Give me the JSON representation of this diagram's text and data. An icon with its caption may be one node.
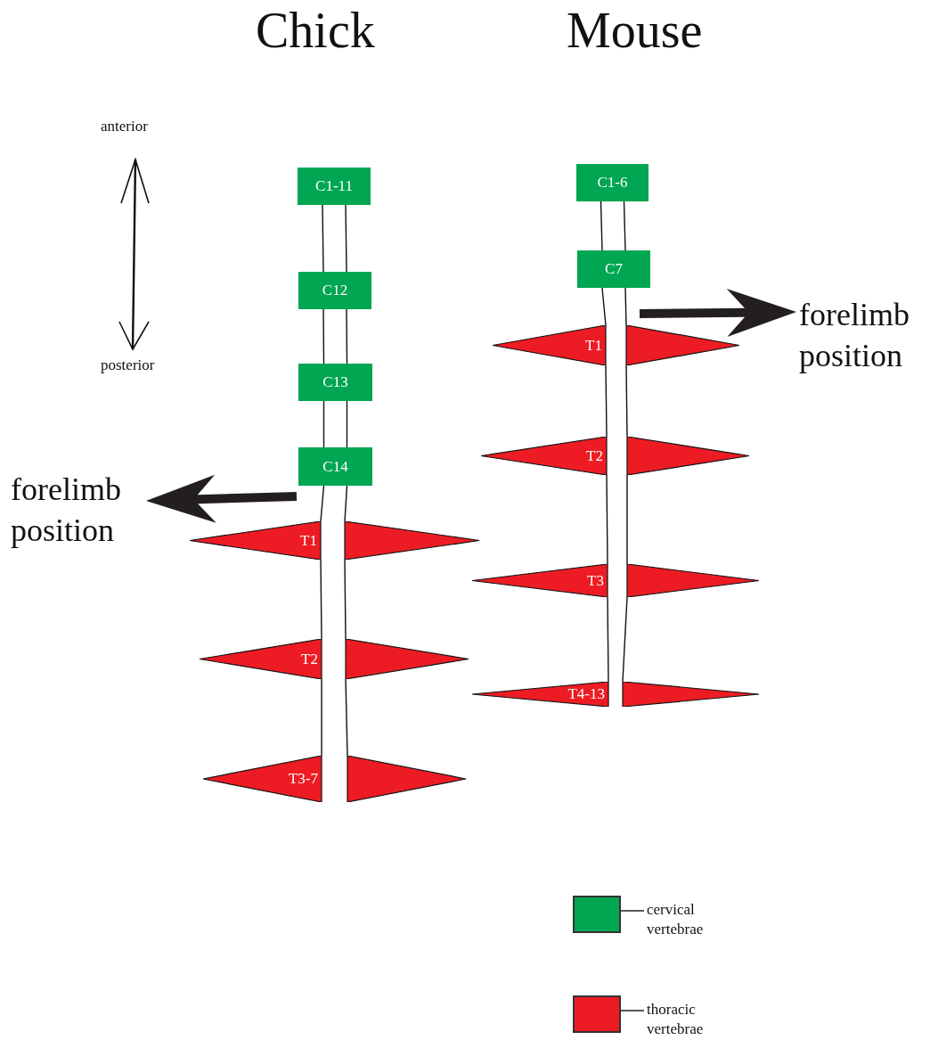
{
  "diagram": {
    "nodes": [
      {
        "text": [
          "C1-11"
        ]
      },
      {
        "text": [
          "C12"
        ]
      },
      {
        "text": [
          "C13"
        ]
      },
      {
        "text": [
          "C14"
        ]
      },
      {
        "text": [
          "forelimb position"
        ]
      },
      {
        "text": [
          "T1"
        ]
      },
      {
        "text": [
          "T2"
        ]
      },
      {
        "text": [
          "T3-7"
        ]
      },
      {
        "text": [
          "C1-6"
        ]
      },
      {
        "text": [
          "C7"
        ]
      },
      {
        "text": [
          "forelimb position"
        ]
      },
      {
        "text": [
          "T1"
        ]
      },
      {
        "text": [
          "T2"
        ]
      },
      {
        "text": [
          "T3"
        ]
      },
      {
        "text": [
          "T4-13"
        ]
      }
    ],
    "edges": [
      {
        "from": 0,
        "to": 1,
        "arrow": "none"
      },
      {
        "from": 1,
        "to": 2,
        "arrow": "none"
      },
      {
        "from": 2,
        "to": 3,
        "arrow": "none"
      },
      {
        "from": 3,
        "to": 5,
        "arrow": "none"
      },
      {
        "from": 5,
        "to": 6,
        "arrow": "none"
      },
      {
        "from": 6,
        "to": 7,
        "arrow": "none"
      },
      {
        "from": 8,
        "to": 9,
        "arrow": "none"
      },
      {
        "from": 9,
        "to": 11,
        "arrow": "none"
      },
      {
        "from": 11,
        "to": 12,
        "arrow": "none"
      },
      {
        "from": 12,
        "to": 13,
        "arrow": "none"
      },
      {
        "from": 13,
        "to": 14,
        "arrow": "none"
      },
      {
        "from": null,
        "to": 4,
        "arrow": "to",
        "style": "thick"
      },
      {
        "from": null,
        "to": 10,
        "arrow": "to",
        "style": "thick"
      }
    ],
    "labels": [
      "Chick",
      "Mouse",
      "anterior",
      "posterior"
    ],
    "legend": [
      {
        "text": "cervical vertebrae",
        "color": "#00a651"
      },
      {
        "text": "thoracic vertebrae",
        "color": "#ed1c24"
      }
    ]
  }
}
